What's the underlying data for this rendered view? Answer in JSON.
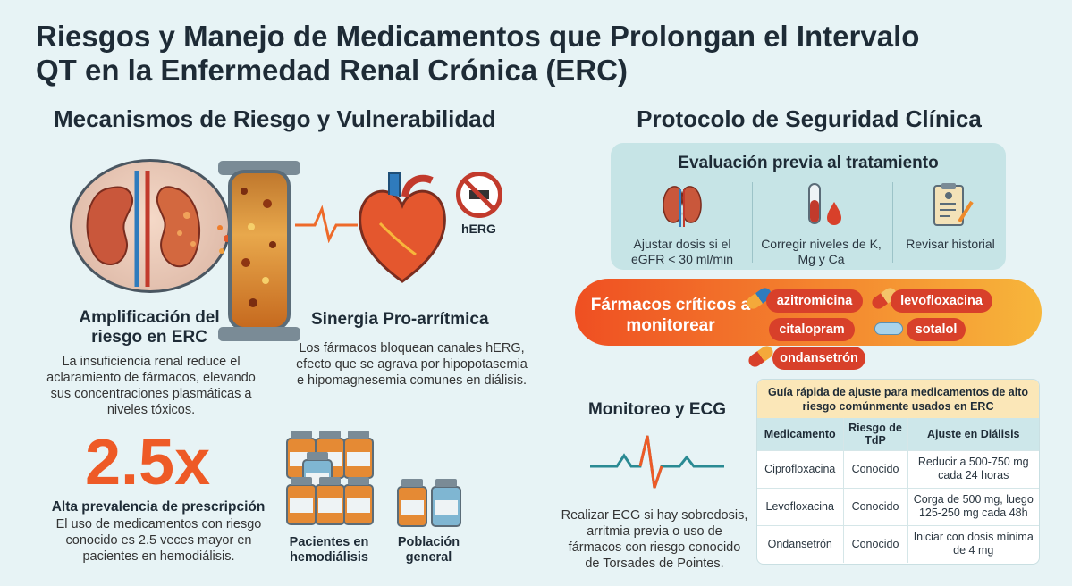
{
  "title": "Riesgos y Manejo de Medicamentos que Prolongan el Intervalo QT en la Enfermedad Renal Crónica (ERC)",
  "left_section": {
    "title": "Mecanismos de Riesgo y Vulnerabilidad",
    "amplification": {
      "heading": "Amplificación del riesgo en ERC",
      "body": "La insuficiencia renal reduce el aclaramiento de fármacos, elevando sus concentraciones plasmáticas a niveles tóxicos."
    },
    "synergy": {
      "heading": "Sinergia Pro-arrítmica",
      "body": "Los fármacos bloquean canales hERG, efecto que se agrava por hipopotasemia e hipomagnesemia comunes en diálisis."
    },
    "herg_label": "hERG",
    "prevalence": {
      "big_number": "2.5x",
      "heading": "Alta prevalencia de prescripción",
      "body": "El uso de medicamentos con riesgo conocido es 2.5 veces mayor en pacientes en hemodiálisis."
    },
    "group_labels": {
      "dialysis": "Pacientes en hemodiálisis",
      "general": "Población general"
    }
  },
  "right_section": {
    "title": "Protocolo de Seguridad Clínica",
    "evaluation": {
      "title": "Evaluación previa al tratamiento",
      "items": [
        {
          "icon": "kidney-icon",
          "text": "Ajustar dosis si el eGFR < 30 ml/min"
        },
        {
          "icon": "blood-test-icon",
          "text": "Corregir niveles de K, Mg y Ca"
        },
        {
          "icon": "clipboard-icon",
          "text": "Revisar historial"
        }
      ]
    },
    "critical": {
      "label": "Fármacos críticos a monitorear",
      "drugs": [
        "azitromicina",
        "levofloxacina",
        "citalopram",
        "sotalol",
        "ondansetrón"
      ]
    },
    "monitoring": {
      "heading": "Monitoreo y ECG",
      "body": "Realizar ECG si hay sobredosis, arritmia previa o uso de fármacos con riesgo conocido de Torsades de Pointes."
    },
    "table": {
      "title": "Guía rápida de ajuste para medicamentos de alto riesgo comúnmente usados en ERC",
      "headers": [
        "Medicamento",
        "Riesgo de TdP",
        "Ajuste en Diálisis"
      ],
      "rows": [
        [
          "Ciprofloxacina",
          "Conocido",
          "Reducir a 500-750 mg cada 24 horas"
        ],
        [
          "Levofloxacina",
          "Conocido",
          "Corga de 500 mg, luego 125-250 mg cada 48h"
        ],
        [
          "Ondansetrón",
          "Conocido",
          "Iniciar con dosis mínima de 4 mg"
        ]
      ]
    }
  },
  "colors": {
    "background": "#e7f3f5",
    "accent_orange": "#ee5a26",
    "pill_red": "#d8402a",
    "eval_box": "#c6e4e6",
    "table_header": "#fbe7b8"
  }
}
